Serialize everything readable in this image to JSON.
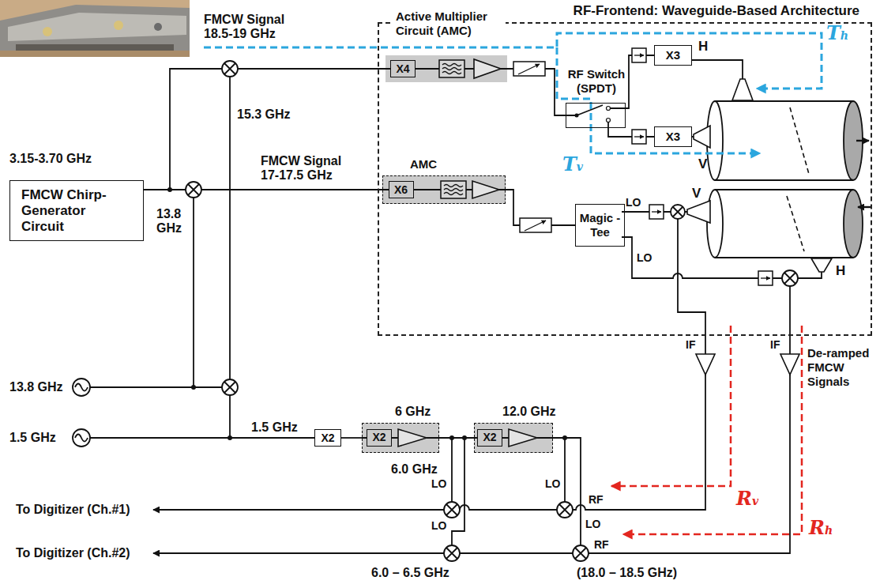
{
  "diagram": {
    "nodes": [
      {
        "text": [
          "RF-Frontend: Waveguide-Based Architecture"
        ]
      },
      {
        "text": [
          "Active Multiplier Circuit (AMC)"
        ],
        "in": 0
      },
      {
        "text": [
          "X4"
        ],
        "in": 1
      },
      {
        "text": [
          "RF Switch (SPDT)"
        ],
        "in": 0
      },
      {
        "text": [
          "X3"
        ],
        "in": 0
      },
      {
        "text": [
          "X3"
        ],
        "in": 0
      },
      {
        "text": [
          "AMC"
        ],
        "in": 0
      },
      {
        "text": [
          "X6"
        ],
        "in": 6
      },
      {
        "text": [
          "Magic -Tee"
        ],
        "in": 0
      },
      {
        "text": [
          "FMCW Chirp-Generator Circuit"
        ]
      },
      {
        "text": [
          "X2"
        ]
      },
      {
        "text": [
          "X2"
        ]
      },
      {
        "text": [
          "X2"
        ]
      }
    ],
    "edges": [
      {
        "from": 10,
        "to": 11,
        "arrow": "none"
      },
      {
        "from": 11,
        "to": 12,
        "arrow": "none"
      }
    ],
    "labels": [
      "FMCW Signal 18.5-19 GHz",
      "15.3 GHz",
      "3.15-3.70 GHz",
      "FMCW Signal 17-17.5 GHz",
      "13.8 GHz",
      "13.8 GHz",
      "1.5 GHz",
      "1.5 GHz",
      "6 GHz",
      "12.0 GHz",
      "6.0 GHz",
      "LO",
      "LO",
      "V",
      "H",
      "H",
      "V",
      "Th",
      "Tv",
      "IF",
      "IF",
      "De-ramped FMCW Signals",
      "Rv",
      "Rh",
      "LO",
      "LO",
      "RF",
      "To Digitizer (Ch.#1)",
      "LO",
      "LO",
      "RF",
      "To Digitizer (Ch.#2)",
      "6.0 – 6.5 GHz",
      "(18.0 – 18.5 GHz)"
    ]
  }
}
